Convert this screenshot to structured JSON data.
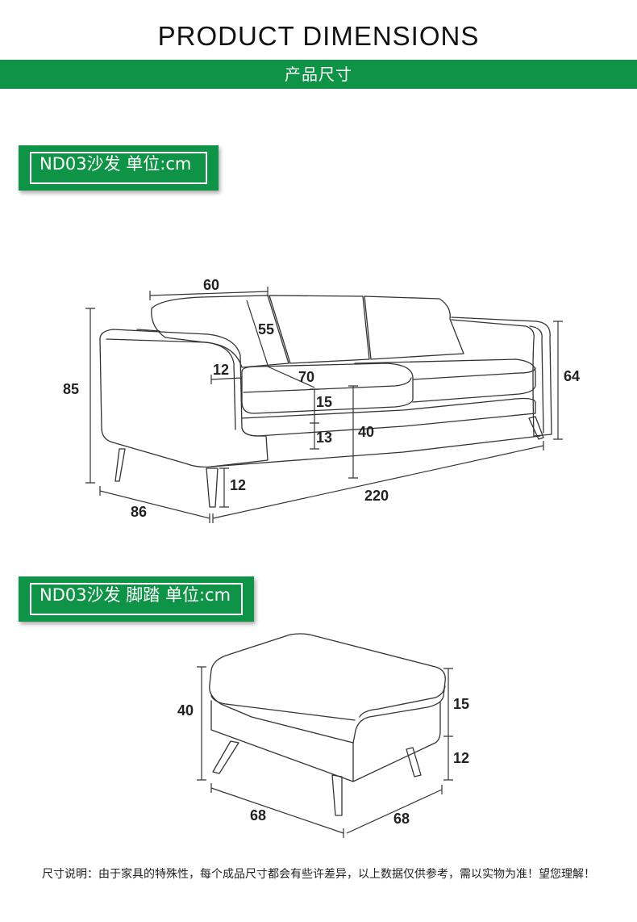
{
  "header": {
    "title": "PRODUCT DIMENSIONS",
    "subtitle": "产品尺寸"
  },
  "sofa": {
    "label": "ND03沙发 单位:cm",
    "dims": {
      "cushion_width": "60",
      "back_height": "55",
      "arm_width": "12",
      "seat_depth": "70",
      "cushion_thickness": "15",
      "base_thickness": "13",
      "seat_height": "40",
      "total_height": "85",
      "arm_height": "64",
      "leg_height": "12",
      "depth": "86",
      "length": "220"
    }
  },
  "ottoman": {
    "label": "ND03沙发 脚踏 单位:cm",
    "dims": {
      "height": "40",
      "cushion": "15",
      "leg": "12",
      "width": "68",
      "depth": "68"
    }
  },
  "footer": {
    "note": "尺寸说明：由于家具的特殊性，每个成品尺寸都会有些许差异，以上数据仅供参考，需以实物为准！望您理解！"
  },
  "colors": {
    "accent": "#0f9447",
    "line": "#333333"
  }
}
